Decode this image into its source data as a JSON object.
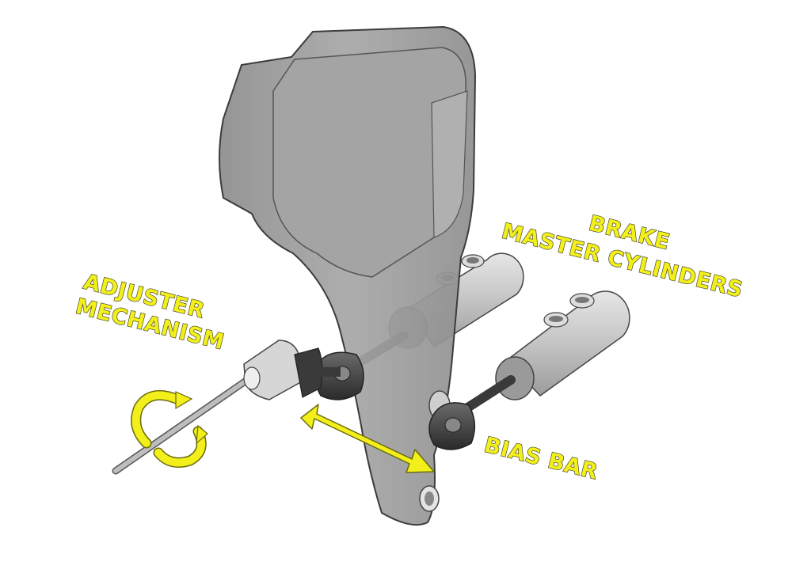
{
  "labels": {
    "brake": "BRAKE",
    "master_cylinders": "MASTER CYLINDERS",
    "adjuster": "ADJUSTER",
    "mechanism": "MECHANISM",
    "bias_bar": "BIAS BAR"
  },
  "colors": {
    "label_fill": "#f2ef1a",
    "arrow_fill": "#f2ef1a",
    "pedal_fill": "#9a9a9a",
    "cylinder_fill": "#c8c8c8",
    "rod_end_fill": "#3a3a3a"
  }
}
